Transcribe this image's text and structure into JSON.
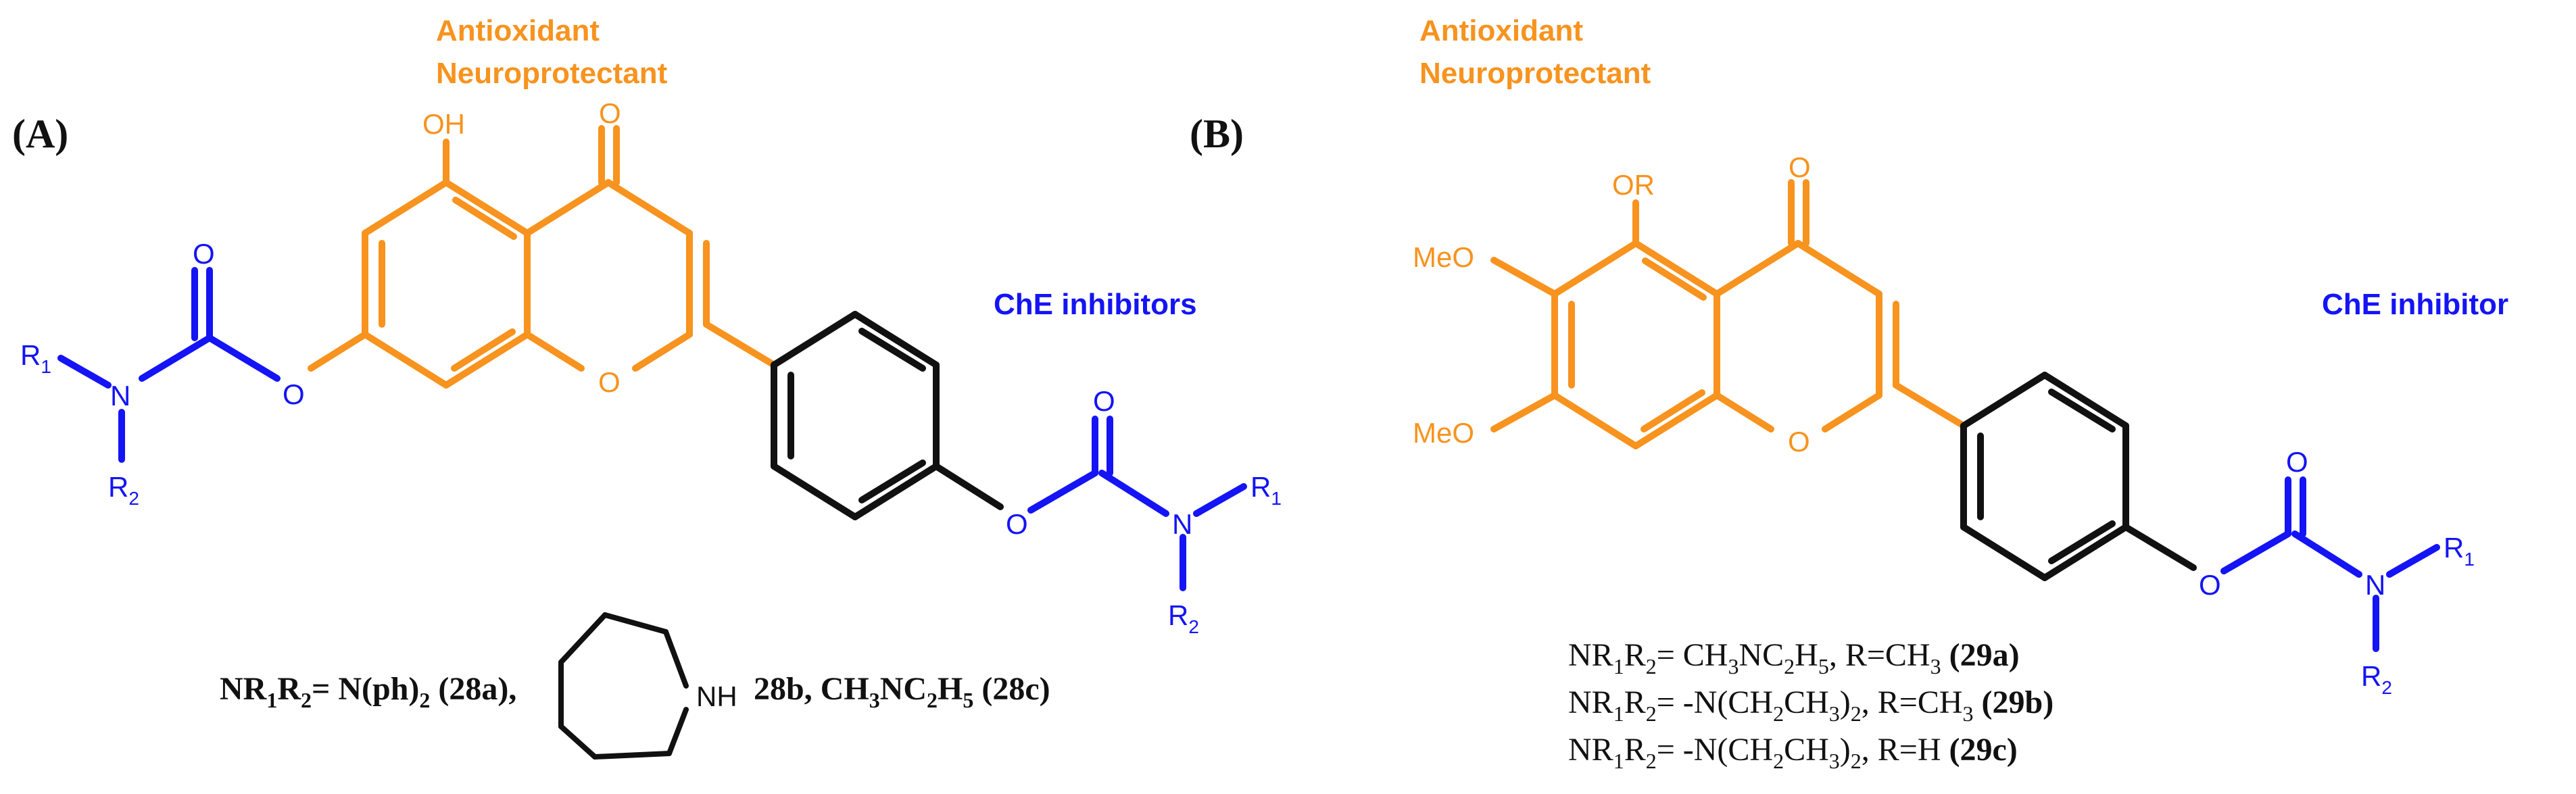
{
  "panel_a": {
    "label": "(A)",
    "annotation_line1": "Antioxidant",
    "annotation_line2": "Neuroprotectant",
    "che_label": "ChE inhibitors",
    "atoms": {
      "oh": "OH",
      "ketone_o": "O",
      "ring_o": "O",
      "ester_o": "O",
      "carbonyl_o": "O",
      "n_left": "N",
      "r1_left": "R",
      "r1_left_sub": "1",
      "r2_left": "R",
      "r2_left_sub": "2",
      "ester_o_right": "O",
      "carbonyl_o_right": "O",
      "n_right": "N",
      "r1_right": "R",
      "r1_right_sub": "1",
      "r2_right": "R",
      "r2_right_sub": "2",
      "nh": "NH"
    },
    "definition": {
      "nr": "NR",
      "sub1": "1",
      "r": "R",
      "sub2": "2",
      "eq": "= N(ph)",
      "sub3": "2",
      "label_a": " (28a),",
      "label_b": "28b, CH",
      "sub4": "3",
      "nc": "NC",
      "sub5": "2",
      "h": "H",
      "sub6": "5",
      "label_c": " (28c)"
    }
  },
  "panel_b": {
    "label": "(B)",
    "annotation_line1": "Antioxidant",
    "annotation_line2": "Neuroprotectant",
    "che_label": "ChE inhibitor",
    "atoms": {
      "or": "OR",
      "ketone_o": "O",
      "meo_top": "MeO",
      "meo_bottom": "MeO",
      "ring_o": "O",
      "ester_o": "O",
      "carbonyl_o": "O",
      "n": "N",
      "r1": "R",
      "r1_sub": "1",
      "r2": "R",
      "r2_sub": "2"
    },
    "definitions": [
      {
        "pre": "NR",
        "s1": "1",
        "r": "R",
        "s2": "2",
        "body": "= CH",
        "s3": "3",
        "nc": "NC",
        "s4": "2",
        "h": "H",
        "s5": "5",
        "tail": ", R=CH",
        "s6": "3",
        "label": " (29a)"
      },
      {
        "pre": "NR",
        "s1": "1",
        "r": "R",
        "s2": "2",
        "body": "= -N(CH",
        "s3": "2",
        "ch": "CH",
        "s4": "3",
        "close": ")",
        "s5": "2",
        "tail": ", R=CH",
        "s6": "3",
        "label": " (29b)"
      },
      {
        "pre": "NR",
        "s1": "1",
        "r": "R",
        "s2": "2",
        "body": "= -N(CH",
        "s3": "2",
        "ch": "CH",
        "s4": "3",
        "close": ")",
        "s5": "2",
        "tail": ", R=H",
        "label": " (29c)"
      }
    ]
  },
  "colors": {
    "pharmacophore": "#F7931E",
    "carbamate": "#1414F5",
    "linker": "#111111"
  }
}
